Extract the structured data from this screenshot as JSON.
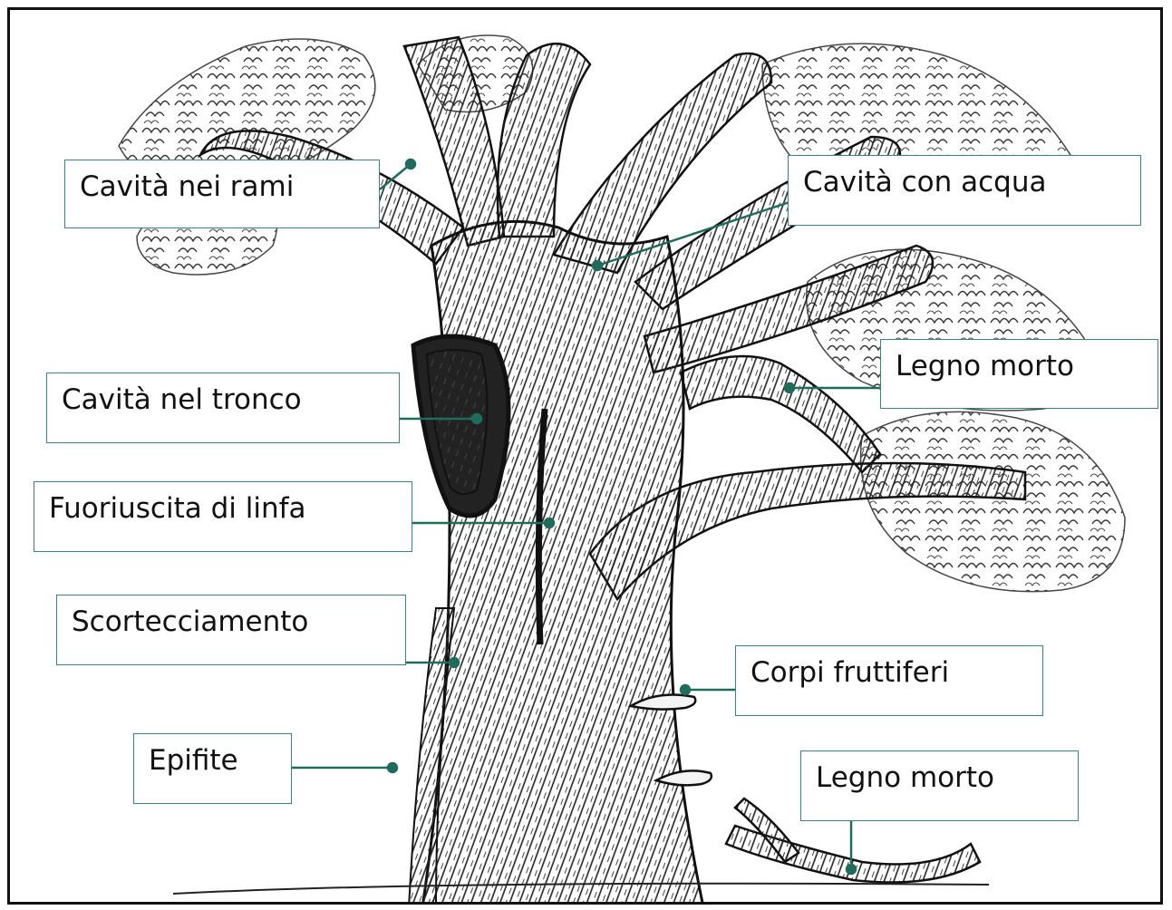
{
  "accent_color": "#1f6b5c",
  "labels": [
    {
      "id": "cavita-nei-rami",
      "text": "Cavità nei rami"
    },
    {
      "id": "cavita-con-acqua",
      "text": "Cavità con acqua"
    },
    {
      "id": "legno-morto-ramo",
      "text": "Legno morto"
    },
    {
      "id": "cavita-nel-tronco",
      "text": "Cavità nel tronco"
    },
    {
      "id": "fuoriuscita-di-linfa",
      "text": "Fuoriuscita di linfa"
    },
    {
      "id": "scortecciamento",
      "text": "Scortecciamento"
    },
    {
      "id": "corpi-fruttiferi",
      "text": "Corpi fruttiferi"
    },
    {
      "id": "epifite",
      "text": "Epifite"
    },
    {
      "id": "legno-morto-terra",
      "text": "Legno morto"
    }
  ]
}
